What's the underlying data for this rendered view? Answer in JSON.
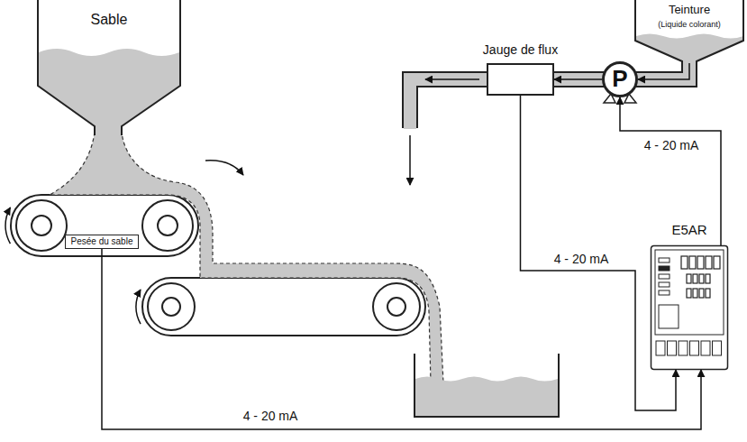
{
  "diagram": {
    "nodes": [
      {
        "text": [
          "Sable"
        ]
      },
      {
        "text": [
          "Teinture",
          "(Liquide colorant)"
        ]
      },
      {
        "text": [
          "Jauge de flux"
        ]
      },
      {
        "text": [
          "P"
        ]
      },
      {
        "text": [
          "Pesée du sable"
        ]
      },
      {
        "text": [
          "E5AR"
        ]
      }
    ],
    "edges": [
      {
        "from": 1,
        "to": 3,
        "arrow": "to"
      },
      {
        "from": 3,
        "to": 2,
        "arrow": "to"
      },
      {
        "from": 4,
        "to": 5,
        "label": "4 - 20 mA",
        "arrow": "to"
      },
      {
        "from": 2,
        "to": 5,
        "label": "4 - 20 mA",
        "arrow": "to"
      },
      {
        "from": 5,
        "to": 3,
        "label": "4 - 20 mA",
        "arrow": "to"
      }
    ]
  }
}
